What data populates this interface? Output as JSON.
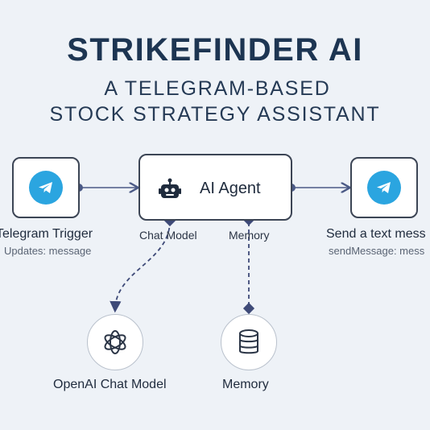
{
  "header": {
    "title": "STRIKEFINDER AI",
    "subtitle_line1": "A TELEGRAM-BASED",
    "subtitle_line2": "STOCK STRATEGY ASSISTANT"
  },
  "nodes": {
    "telegram_trigger": {
      "title": "Telegram Trigger",
      "subtitle": "Updates: message",
      "icon": "telegram-icon"
    },
    "ai_agent": {
      "title": "AI Agent",
      "icon": "robot-icon",
      "ports": {
        "chat_model": "Chat Model",
        "memory": "Memory"
      }
    },
    "send_message": {
      "title": "Send a text mess",
      "subtitle": "sendMessage: mess",
      "icon": "telegram-icon"
    },
    "openai_chat_model": {
      "title": "OpenAI Chat Model",
      "icon": "openai-icon"
    },
    "memory": {
      "title": "Memory",
      "icon": "database-icon"
    }
  },
  "colors": {
    "background": "#eef2f7",
    "telegram_blue": "#2ba5e0",
    "connector": "#4b5a86",
    "node_border": "#3c4555"
  }
}
